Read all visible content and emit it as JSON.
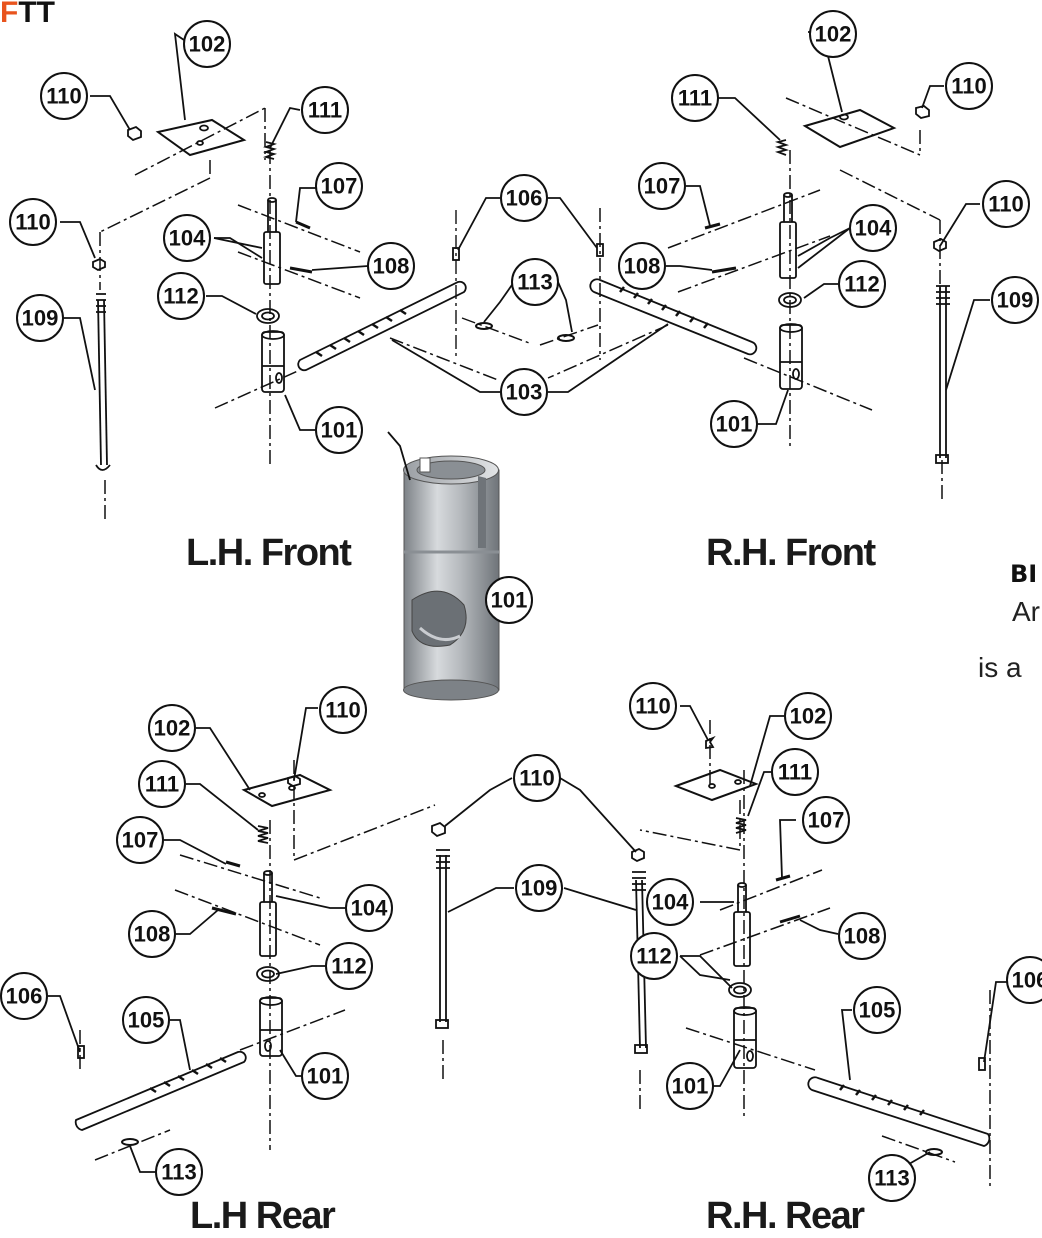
{
  "logo": {
    "accent": "F",
    "rest": "TT"
  },
  "views": {
    "lh_front": "L.H. Front",
    "rh_front": "R.H. Front",
    "lh_rear": "L.H Rear",
    "rh_rear": "R.H. Rear"
  },
  "side_text": {
    "heading_fragment": "BI",
    "line1_fragment": "Ar",
    "line2_fragment": "is a"
  },
  "callouts": [
    "101",
    "102",
    "103",
    "104",
    "105",
    "106",
    "107",
    "108",
    "109",
    "110",
    "111",
    "112",
    "113",
    "106"
  ],
  "colors": {
    "line": "#111111",
    "accent": "#e8541e",
    "metal": "#b8bcc0"
  }
}
